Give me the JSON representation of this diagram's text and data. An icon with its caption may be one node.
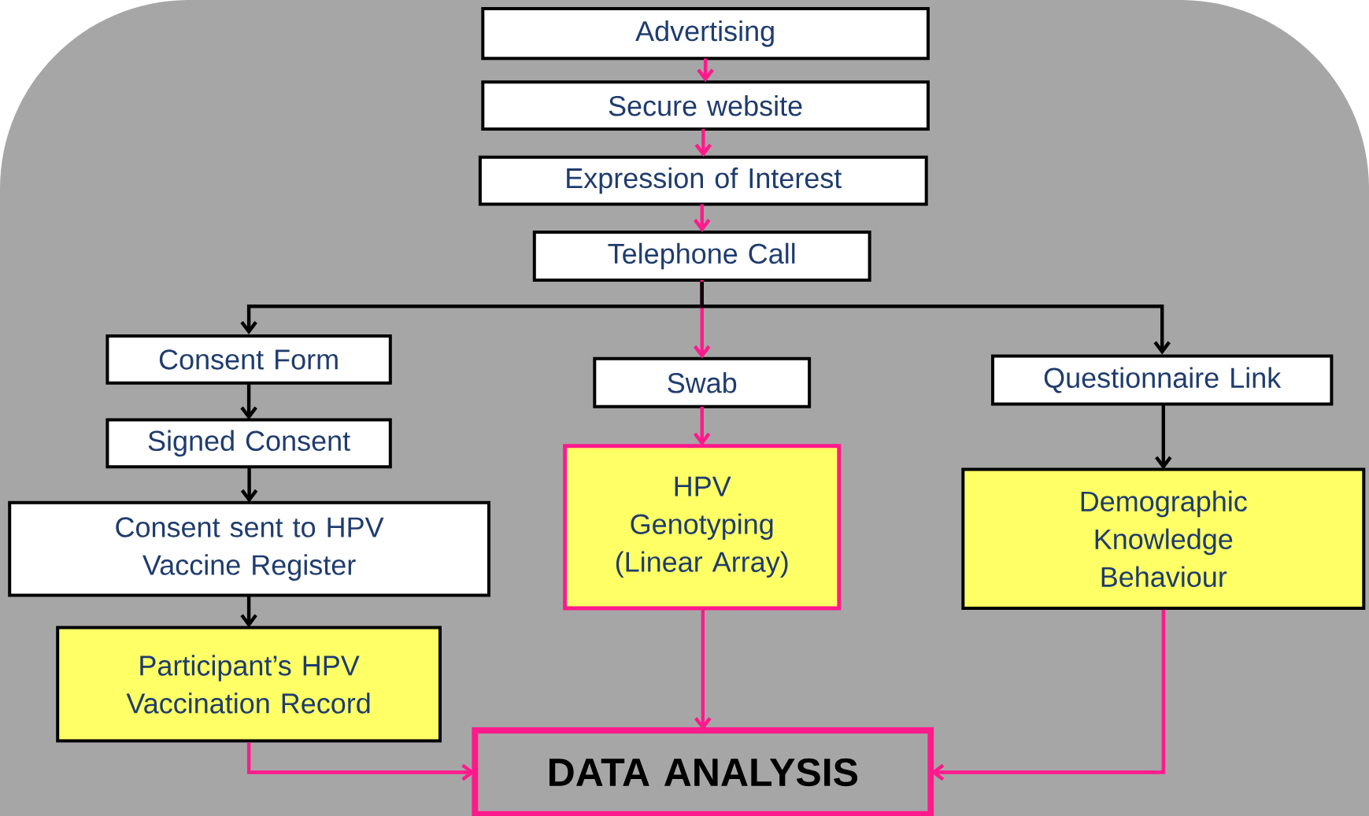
{
  "diagram": {
    "nodes": [
      {
        "text": [
          "Advertising"
        ]
      },
      {
        "text": [
          "Secure website"
        ]
      },
      {
        "text": [
          "Expression of Interest"
        ]
      },
      {
        "text": [
          "Telephone Call"
        ]
      },
      {
        "text": [
          "Consent Form"
        ]
      },
      {
        "text": [
          "Swab"
        ]
      },
      {
        "text": [
          "Questionnaire Link"
        ]
      },
      {
        "text": [
          "Signed Consent"
        ]
      },
      {
        "text": [
          "HPV Genotyping (Linear Array)"
        ]
      },
      {
        "text": [
          "Demographic Knowledge Behaviour"
        ]
      },
      {
        "text": [
          "Consent sent to HPV Vaccine Register"
        ]
      },
      {
        "text": [
          "Participant’s HPV Vaccination Record"
        ]
      },
      {
        "text": [
          "DATA ANALYSIS"
        ]
      }
    ],
    "edges": [
      {
        "from": 0,
        "to": 1,
        "arrow": "to"
      },
      {
        "from": 1,
        "to": 2,
        "arrow": "to"
      },
      {
        "from": 2,
        "to": 3,
        "arrow": "to"
      },
      {
        "from": 3,
        "to": 4,
        "arrow": "to",
        "color": "#000000"
      },
      {
        "from": 3,
        "to": 5,
        "arrow": "to"
      },
      {
        "from": 3,
        "to": 6,
        "arrow": "to",
        "color": "#000000"
      },
      {
        "from": 4,
        "to": 7,
        "arrow": "to",
        "color": "#000000"
      },
      {
        "from": 7,
        "to": 10,
        "arrow": "to",
        "color": "#000000"
      },
      {
        "from": 10,
        "to": 11,
        "arrow": "to",
        "color": "#000000"
      },
      {
        "from": 5,
        "to": 8,
        "arrow": "to"
      },
      {
        "from": 6,
        "to": 9,
        "arrow": "to",
        "color": "#000000"
      },
      {
        "from": 8,
        "to": 12,
        "arrow": "to"
      },
      {
        "from": 11,
        "to": 12,
        "arrow": "to"
      },
      {
        "from": 9,
        "to": 12,
        "arrow": "to"
      }
    ]
  }
}
